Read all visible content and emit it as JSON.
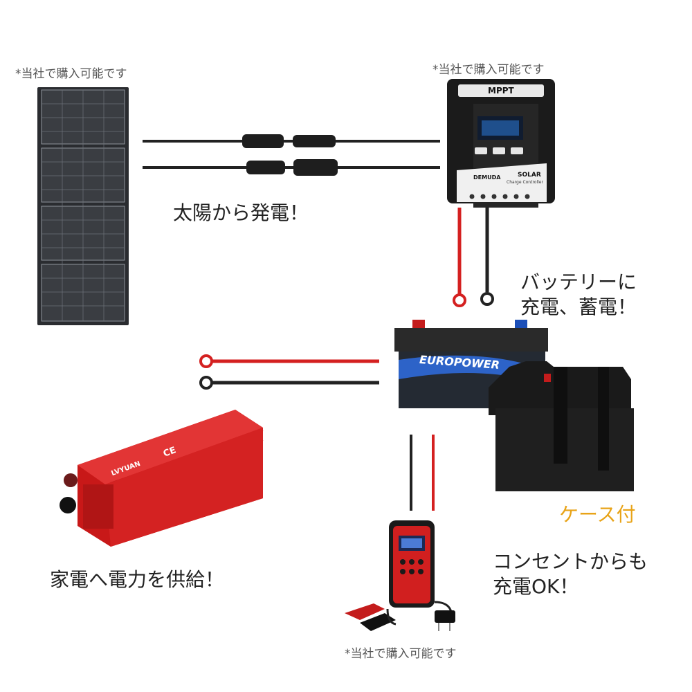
{
  "notes": {
    "solar_panel": "*当社で購入可能です",
    "controller": "*当社で購入可能です",
    "charger": "*当社で購入可能です"
  },
  "labels": {
    "solar": "太陽から発電！",
    "battery_line1": "バッテリーに",
    "battery_line2": "充電、蓄電！",
    "case": "ケース付",
    "inverter": "家電へ電力を供給！",
    "outlet_line1": "コンセントからも",
    "outlet_line2": "充電OK！"
  },
  "devices": {
    "controller_title": "MPPT",
    "controller_brand": "DEMUDA",
    "controller_solar": "SOLAR",
    "controller_sub": "Charge Controller",
    "battery_brand": "EUROPOWER",
    "inverter_brand": "LVYUAN",
    "inverter_ce": "CE"
  },
  "colors": {
    "red_wire": "#d42020",
    "black_wire": "#222222",
    "inverter_red": "#d61f1f",
    "case_label": "#e8a317"
  }
}
